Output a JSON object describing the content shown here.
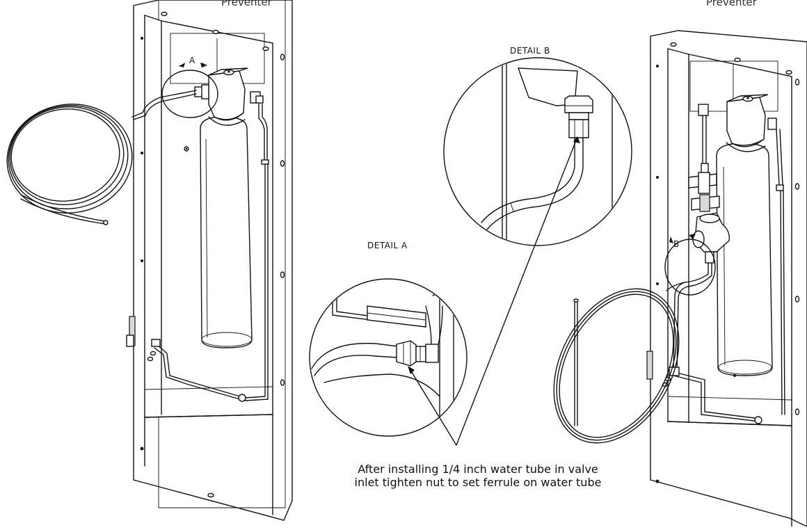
{
  "top_left_word": "Preventer",
  "top_right_word": "Preventer",
  "detail_a_title": "DETAIL A",
  "detail_b_title": "DETAIL B",
  "marker_a": "A",
  "marker_b": "B",
  "callout_line1": "After installing 1/4 inch water tube in valve",
  "callout_line2": "inlet tighten nut to set ferrule on water tube"
}
